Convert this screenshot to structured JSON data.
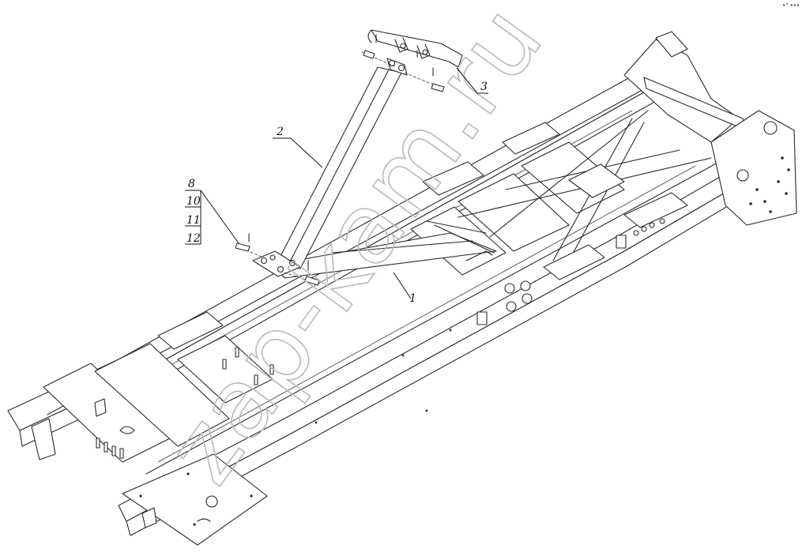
{
  "callouts": {
    "part_1": "1",
    "part_2": "2",
    "part_3": "3",
    "part_8": "8",
    "part_10": "10",
    "part_11": "11",
    "part_12": "12"
  },
  "watermark": "zap-kam.ru",
  "corner_mark": "•\" •••"
}
